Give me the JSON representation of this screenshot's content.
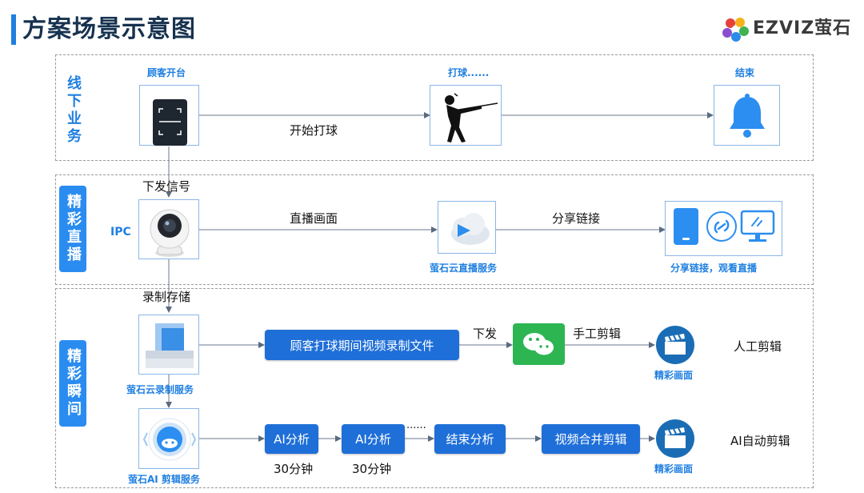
{
  "header": {
    "title": "方案场景示意图",
    "logo_text": "EZVIZ萤石"
  },
  "sections": {
    "offline": {
      "label": "线下业务",
      "nodes": {
        "start": "顾客开台",
        "play": "打球......",
        "end": "结束"
      },
      "edge_label": "开始打球"
    },
    "live": {
      "label": "精彩直播",
      "signal_label": "下发信号",
      "ipc_label": "IPC",
      "edge1_label": "直播画面",
      "cloud_live_label": "萤石云直播服务",
      "edge2_label": "分享链接",
      "share_label": "分享链接，观看直播"
    },
    "highlight": {
      "label": "精彩瞬间",
      "record_label": "录制存储",
      "cloud_record_label": "萤石云录制服务",
      "file_button": "顾客打球期间视频录制文件",
      "send_label": "下发",
      "manual_edit_label": "手工剪辑",
      "highlight_video_1": "精彩画面",
      "manual_result": "人工剪辑",
      "ai_service_label": "萤石AI 剪辑服务",
      "ai_btn_1": "AI分析",
      "ai_btn_2": "AI分析",
      "ai_time_1": "30分钟",
      "ai_time_2": "30分钟",
      "dots": "......",
      "end_analysis": "结束分析",
      "merge": "视频合并剪辑",
      "highlight_video_2": "精彩画面",
      "ai_result": "AI自动剪辑"
    }
  },
  "colors": {
    "accent": "#1f7fe0",
    "button": "#1f6fd8",
    "wechat": "#2db552",
    "dark_navy": "#16324f"
  }
}
